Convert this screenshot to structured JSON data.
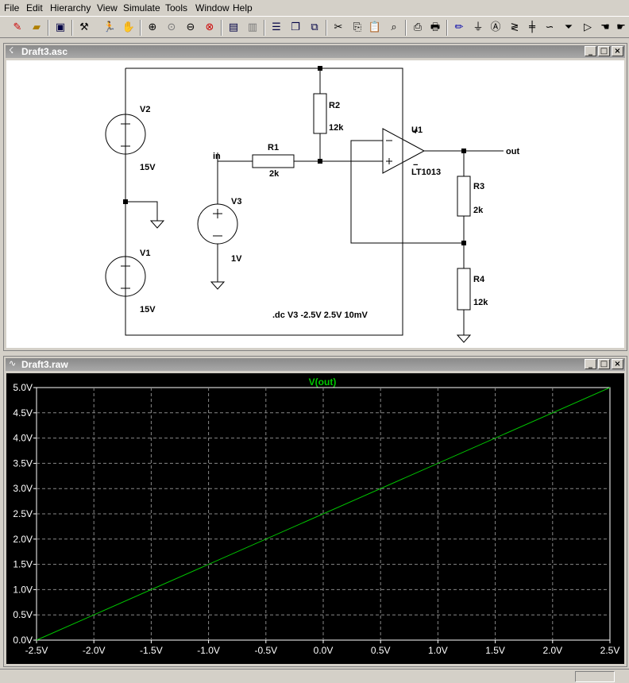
{
  "menu": [
    "File",
    "Edit",
    "Hierarchy",
    "View",
    "Simulate",
    "Tools",
    "Window",
    "Help"
  ],
  "toolbar_icons": [
    "new-schematic",
    "open",
    "save",
    "control-panel",
    "run",
    "halt",
    "zoom-in",
    "zoom-pan",
    "zoom-out",
    "zoom-fit",
    "autoscale",
    "fft",
    "tile-horizontal",
    "cascade",
    "close-all",
    "cut",
    "copy",
    "paste",
    "find",
    "print-preview",
    "print",
    "draw-wire",
    "ground",
    "label-net",
    "resistor",
    "capacitor",
    "inductor",
    "diode",
    "component",
    "move",
    "drag"
  ],
  "schematic_window": {
    "title": "Draft3.asc",
    "labels": {
      "V2": "V2",
      "V2_val": "15V",
      "V1": "V1",
      "V1_val": "15V",
      "V3": "V3",
      "V3_val": "1V",
      "R1": "R1",
      "R1_val": "2k",
      "R2": "R2",
      "R2_val": "12k",
      "R3": "R3",
      "R3_val": "2k",
      "R4": "R4",
      "R4_val": "12k",
      "U1": "U1",
      "U1_val": "LT1013",
      "in": "in",
      "out": "out",
      "directive": ".dc V3 -2.5V 2.5V 10mV"
    }
  },
  "waveform_window": {
    "title": "Draft3.raw"
  },
  "chart_data": {
    "type": "line",
    "title": "V(out)",
    "series": [
      {
        "name": "V(out)",
        "x": [
          -2.5,
          2.5
        ],
        "y": [
          0.0,
          5.0
        ],
        "color": "#00c800"
      }
    ],
    "xlim": [
      -2.5,
      2.5
    ],
    "ylim": [
      0.0,
      5.0
    ],
    "xticks": [
      "-2.5V",
      "-2.0V",
      "-1.5V",
      "-1.0V",
      "-0.5V",
      "0.0V",
      "0.5V",
      "1.0V",
      "1.5V",
      "2.0V",
      "2.5V"
    ],
    "yticks": [
      "0.0V",
      "0.5V",
      "1.0V",
      "1.5V",
      "2.0V",
      "2.5V",
      "3.0V",
      "3.5V",
      "4.0V",
      "4.5V",
      "5.0V"
    ],
    "grid": true,
    "background": "#000000"
  }
}
